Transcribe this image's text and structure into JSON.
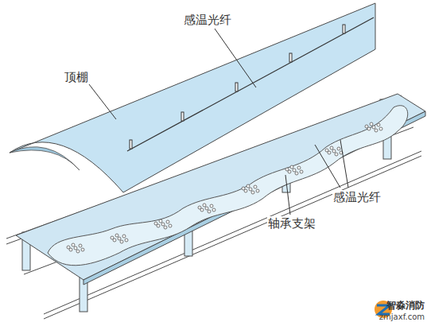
{
  "diagram": {
    "labels": [
      "感温光纤",
      "顶棚",
      "感温光纤",
      "轴承支架",
      "智淼消防",
      "zmjaxf.com"
    ]
  }
}
